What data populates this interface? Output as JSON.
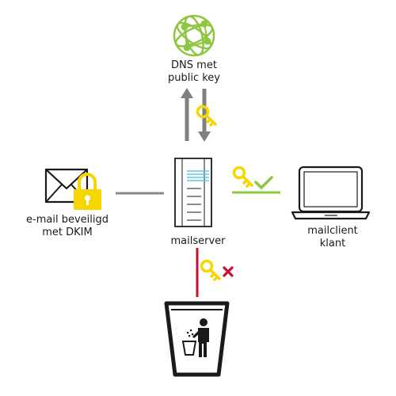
{
  "labels": {
    "dns_line1": "DNS met",
    "dns_line2": "public key",
    "email_line1": "e-mail beveiligd",
    "email_line2": "met DKIM",
    "server": "mailserver",
    "client_line1": "mailclient",
    "client_line2": "klant"
  },
  "colors": {
    "dns_green": "#8dc63f",
    "key_yellow": "#f5d600",
    "arrow_gray": "#7f7f7f",
    "link_gray": "#888888",
    "accepted_green": "#8dc63f",
    "rejected_red": "#c8102e",
    "outline_black": "#1a1a1a",
    "server_stripe_blue": "#5bc8e6"
  },
  "icons": {
    "dns": "globe-network-icon",
    "email": "envelope-with-padlock-icon",
    "server": "server-tower-icon",
    "client": "laptop-icon",
    "trash": "trash-bin-icon",
    "key": "key-icon",
    "accepted": "checkmark-icon",
    "rejected": "cross-icon"
  }
}
